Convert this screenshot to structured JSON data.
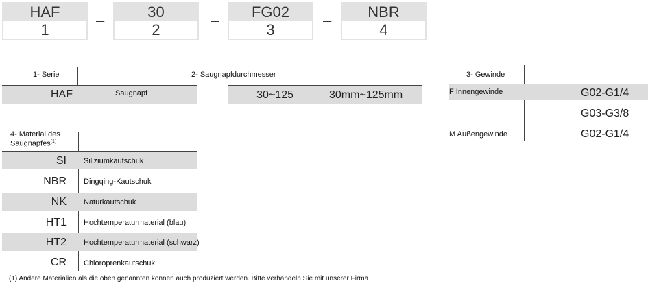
{
  "code": {
    "parts": [
      {
        "value": "HAF",
        "index": "1"
      },
      {
        "value": "30",
        "index": "2"
      },
      {
        "value": "FG02",
        "index": "3"
      },
      {
        "value": "NBR",
        "index": "4"
      }
    ],
    "separator": "–"
  },
  "serie": {
    "header": "1- Serie",
    "code": "HAF",
    "desc": "Saugnapf"
  },
  "diameter": {
    "header": "2- Saugnapfdurchmesser",
    "code": "30~125",
    "desc": "30mm~125mm"
  },
  "thread": {
    "header": "3- Gewinde",
    "rows": [
      {
        "label": "F Innengewinde",
        "value": "G02-G1/4"
      },
      {
        "label": "",
        "value": "G03-G3/8"
      },
      {
        "label": "M Außengewinde",
        "value": "G02-G1/4"
      }
    ]
  },
  "material": {
    "header_line1": "4- Material des",
    "header_line2": "Saugnapfes",
    "header_note": "(1)",
    "rows": [
      {
        "code": "SI",
        "desc": "Siliziumkautschuk"
      },
      {
        "code": "NBR",
        "desc": "Dingqing-Kautschuk"
      },
      {
        "code": "NK",
        "desc": "Naturkautschuk"
      },
      {
        "code": "HT1",
        "desc": "Hochtemperaturmaterial (blau)"
      },
      {
        "code": "HT2",
        "desc": "Hochtemperaturmaterial (schwarz)"
      },
      {
        "code": "CR",
        "desc": "Chloroprenkautschuk"
      }
    ]
  },
  "footnote": "(1) Andere Materialien als die oben genannten können auch produziert werden. Bitte verhandeln Sie mit unserer Firma"
}
